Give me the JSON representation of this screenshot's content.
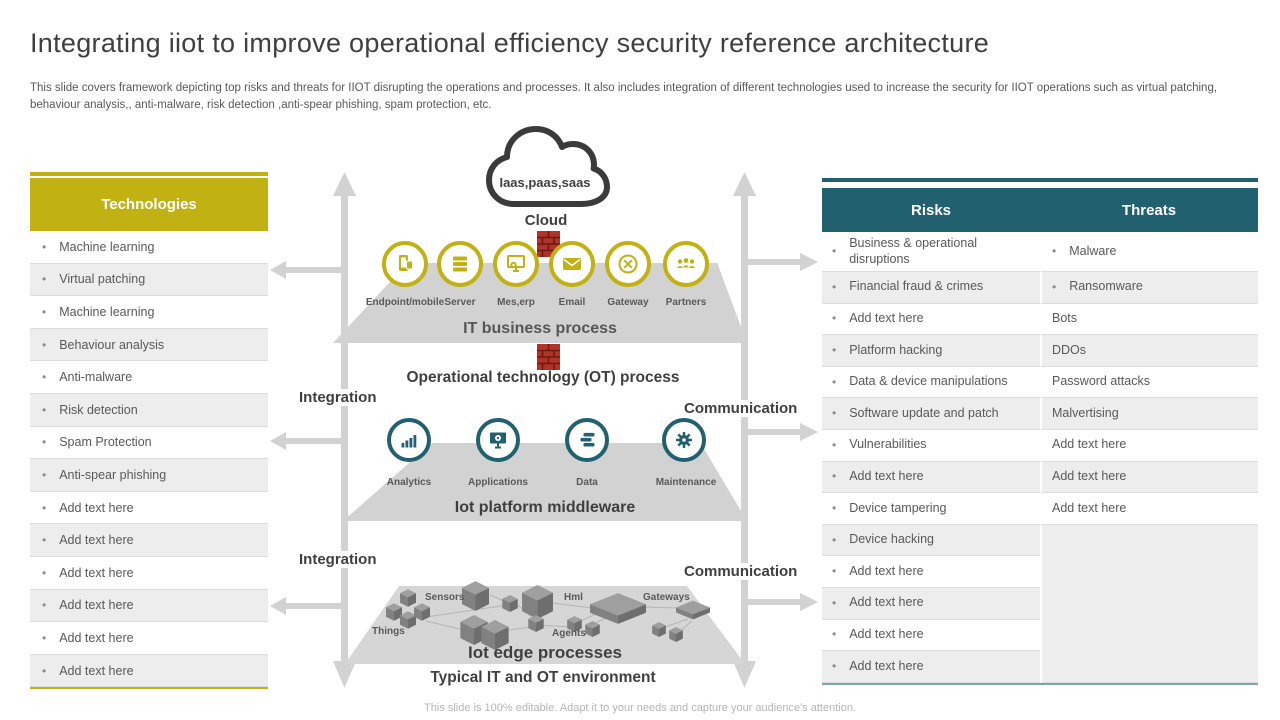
{
  "title": "Integrating iiot to improve operational efficiency security reference architecture",
  "subtitle": "This slide covers framework depicting top risks and threats for IIOT  disrupting the operations and processes. It also includes integration of different technologies used to increase the security for IIOT  operations such as virtual patching, behaviour analysis,, anti-malware, risk detection ,anti-spear phishing, spam protection, etc.",
  "footer": "This slide is 100% editable. Adapt it to your needs and capture your audience's attention.",
  "colors": {
    "yellow": "#c2b113",
    "teal": "#20606f",
    "red": "#b03328",
    "gray_platform": "#d2d2d2",
    "arrow_gray": "#d2d2d2"
  },
  "technologies": {
    "header": "Technologies",
    "items": [
      "Machine learning",
      "Virtual patching",
      "Machine learning",
      "Behaviour  analysis",
      "Anti-malware",
      "Risk detection",
      "Spam Protection",
      "Anti-spear phishing",
      "Add text here",
      "Add text here",
      "Add text here",
      "Add text here",
      "Add text here",
      "Add text here"
    ]
  },
  "risks_threats": {
    "risks_header": "Risks",
    "threats_header": "Threats",
    "rows": [
      {
        "risk": "Business & operational disruptions",
        "threat": "Malware"
      },
      {
        "risk": "Financial fraud  & crimes",
        "threat": "Ransomware"
      },
      {
        "risk": "Add text here",
        "threat": "Bots"
      },
      {
        "risk": "Platform  hacking",
        "threat": "DDOs"
      },
      {
        "risk": "Data  & device  manipulations",
        "threat": "Password attacks"
      },
      {
        "risk": "Software  update  and  patch",
        "threat": "Malvertising"
      },
      {
        "risk": "Vulnerabilities",
        "threat": "Add text here"
      },
      {
        "risk": "Add text here",
        "threat": "Add text here"
      },
      {
        "risk": "Device  tampering",
        "threat": "Add text here"
      },
      {
        "risk": "Device  hacking",
        "threat": ""
      },
      {
        "risk": "Add text here",
        "threat": ""
      },
      {
        "risk": "Add text here",
        "threat": ""
      },
      {
        "risk": "Add text here",
        "threat": ""
      },
      {
        "risk": "Add text here",
        "threat": ""
      }
    ]
  },
  "diagram": {
    "cloud_text": "Iaas,paas,saas",
    "cloud_label": "Cloud",
    "it_label": "IT business process",
    "it_items": [
      "Endpoint/mobile",
      "Server",
      "Mes,erp",
      "Email",
      "Gateway",
      "Partners"
    ],
    "ot_label": "Operational technology (OT) process",
    "mw_label": "Iot platform middleware",
    "mw_items": [
      "Analytics",
      "Applications",
      "Data",
      "Maintenance"
    ],
    "edge_label": "Iot edge processes",
    "edge_nodes": {
      "sensors": "Sensors",
      "things": "Things",
      "hml": "Hml",
      "agents": "Agents",
      "gateways": "Gateways"
    },
    "env_label": "Typical IT and OT environment",
    "integration_label": "Integration",
    "communication_label": "Communication"
  }
}
